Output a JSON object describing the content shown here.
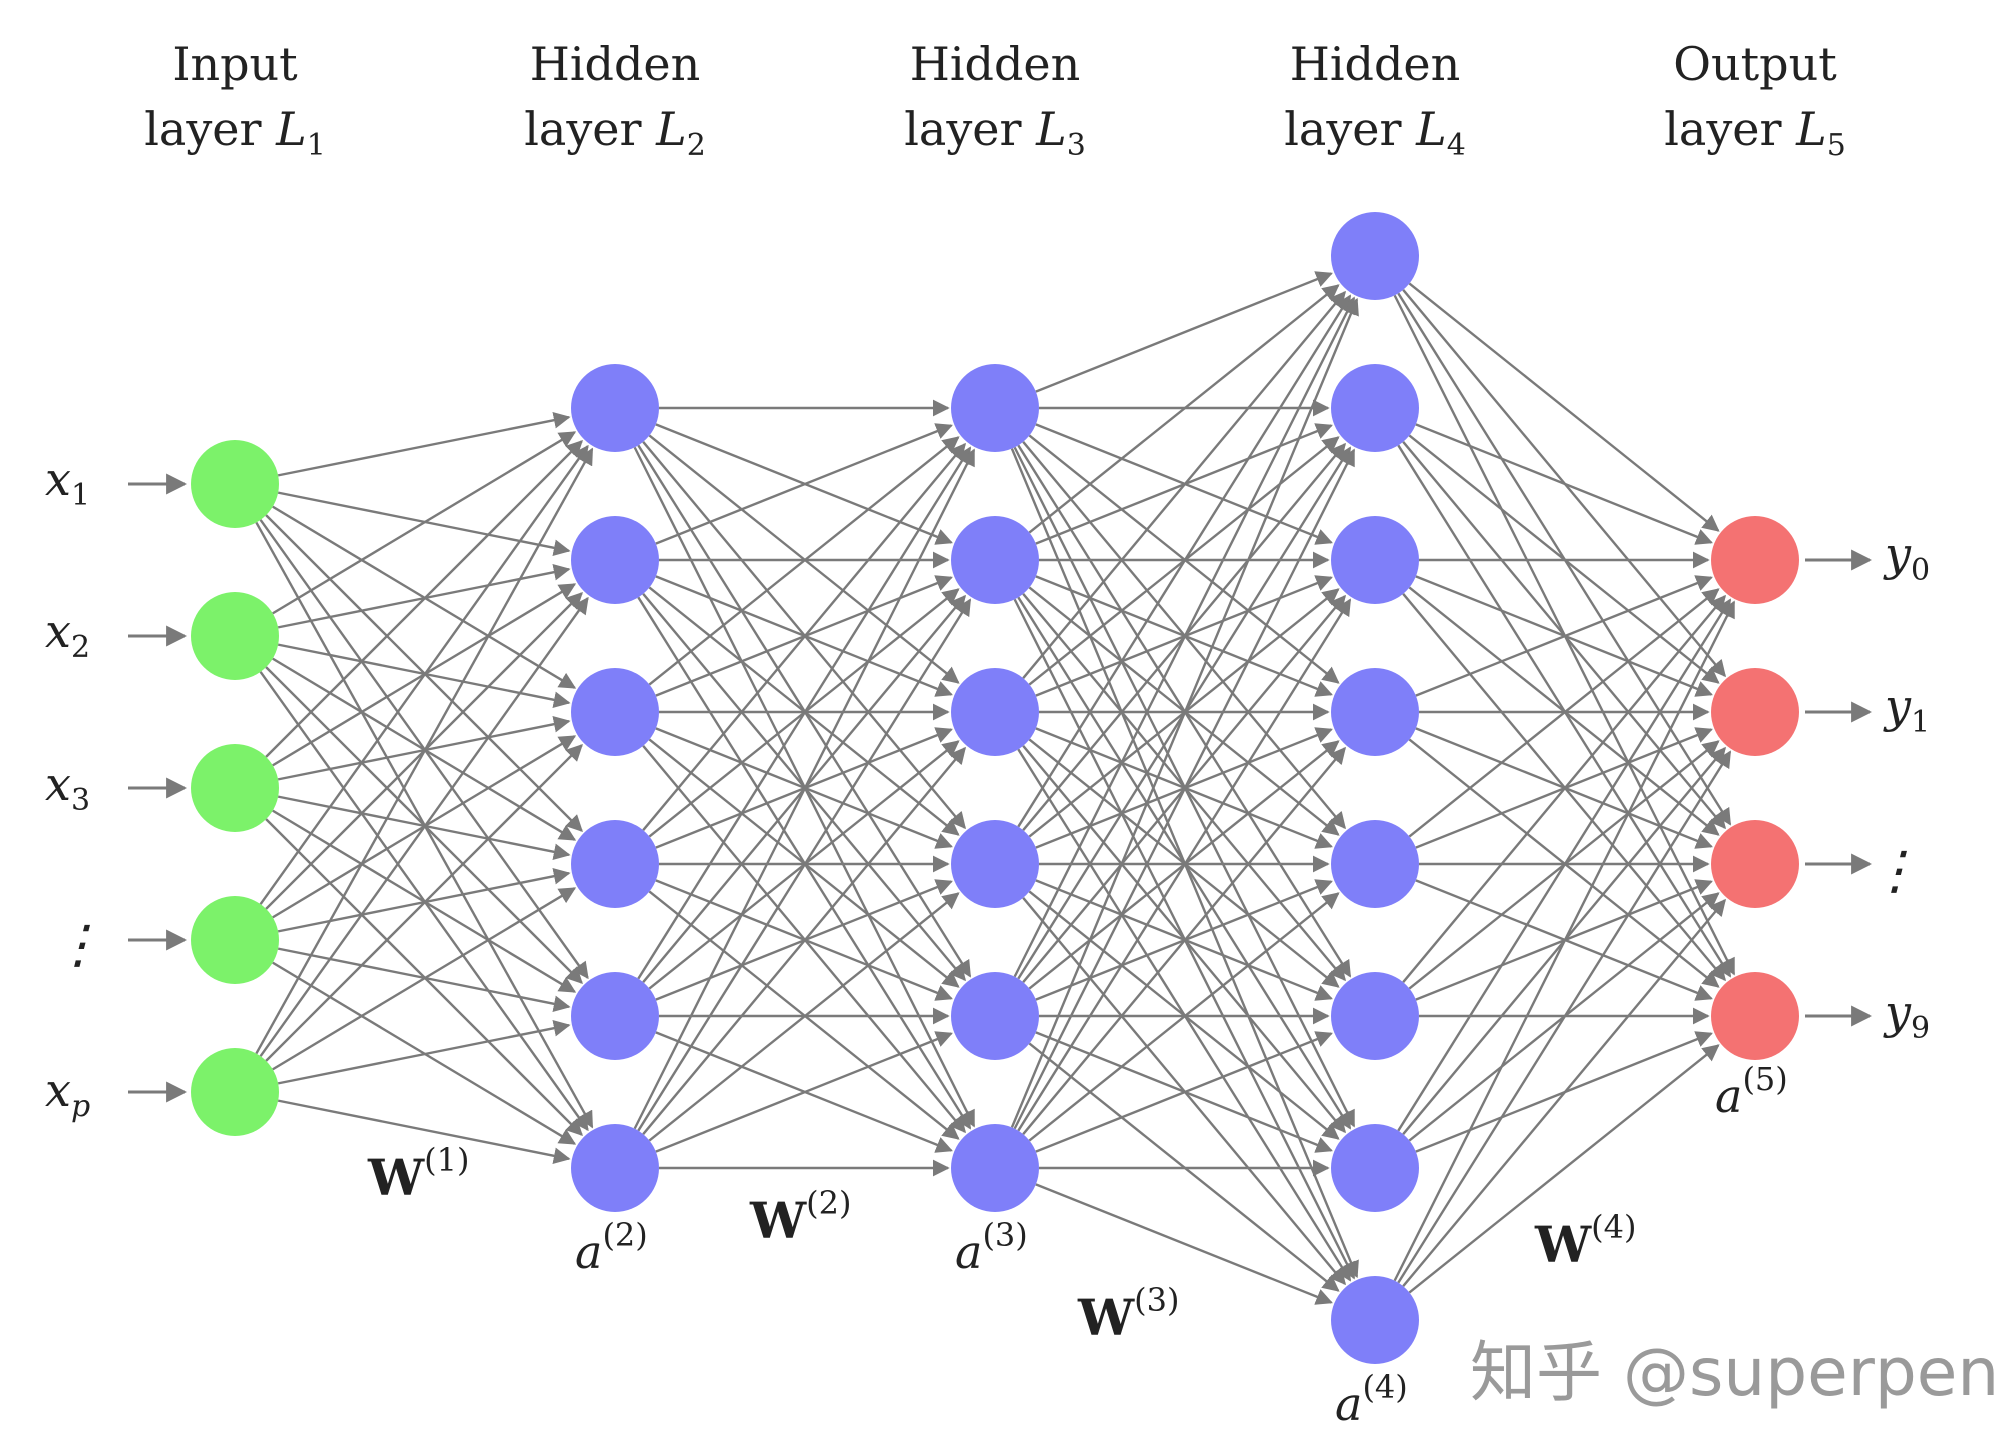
{
  "layers": [
    {
      "title_line1": "Input",
      "title_line2": "layer ",
      "name": "L",
      "sub": "1",
      "color": "#7cf26a",
      "nodes": 5
    },
    {
      "title_line1": "Hidden",
      "title_line2": "layer ",
      "name": "L",
      "sub": "2",
      "color": "#7f7ff9",
      "nodes": 6
    },
    {
      "title_line1": "Hidden",
      "title_line2": "layer ",
      "name": "L",
      "sub": "3",
      "color": "#7f7ff9",
      "nodes": 6
    },
    {
      "title_line1": "Hidden",
      "title_line2": "layer ",
      "name": "L",
      "sub": "4",
      "color": "#7f7ff9",
      "nodes": 8
    },
    {
      "title_line1": "Output",
      "title_line2": "layer ",
      "name": "L",
      "sub": "5",
      "color": "#f47272",
      "nodes": 4
    }
  ],
  "inputs": [
    {
      "base": "x",
      "sub": "1"
    },
    {
      "base": "x",
      "sub": "2"
    },
    {
      "base": "x",
      "sub": "3"
    },
    {
      "base": "⋮",
      "sub": ""
    },
    {
      "base": "x",
      "sub": "p"
    }
  ],
  "outputs": [
    {
      "base": "y",
      "sub": "0"
    },
    {
      "base": "y",
      "sub": "1"
    },
    {
      "base": "⋮",
      "sub": ""
    },
    {
      "base": "y",
      "sub": "9"
    }
  ],
  "weights": [
    {
      "base": "W",
      "sup": "(1)"
    },
    {
      "base": "W",
      "sup": "(2)"
    },
    {
      "base": "W",
      "sup": "(3)"
    },
    {
      "base": "W",
      "sup": "(4)"
    }
  ],
  "activations": [
    {
      "base": "a",
      "sup": "(2)"
    },
    {
      "base": "a",
      "sup": "(3)"
    },
    {
      "base": "a",
      "sup": "(4)"
    },
    {
      "base": "a",
      "sup": "(5)"
    }
  ],
  "watermark": "知乎 @superpeng",
  "colors": {
    "edge": "#7a7a7a",
    "text": "#222222"
  }
}
